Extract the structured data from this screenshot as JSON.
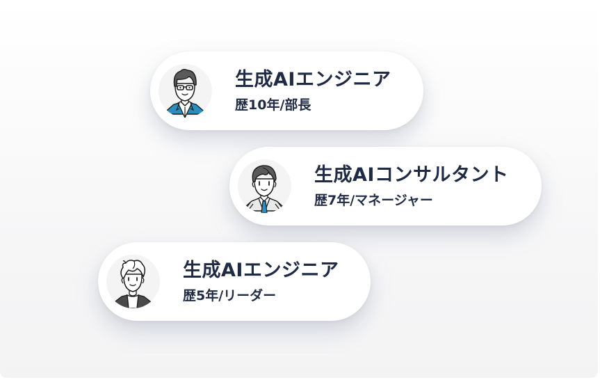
{
  "theme": {
    "text_color": "#1f2a44",
    "accent_blue": "#2a8fbf",
    "card_bg": "#ffffff",
    "avatar_bg": "#f4f4f5"
  },
  "profiles": [
    {
      "role": "生成AIエンジニア",
      "career": "歴10年/部長",
      "avatar_icon": "person-glasses-blue-jacket-icon"
    },
    {
      "role": "生成AIコンサルタント",
      "career": "歴7年/マネージャー",
      "avatar_icon": "person-suit-blue-tie-icon"
    },
    {
      "role": "生成AIエンジニア",
      "career": "歴5年/リーダー",
      "avatar_icon": "person-casual-jacket-icon"
    }
  ]
}
